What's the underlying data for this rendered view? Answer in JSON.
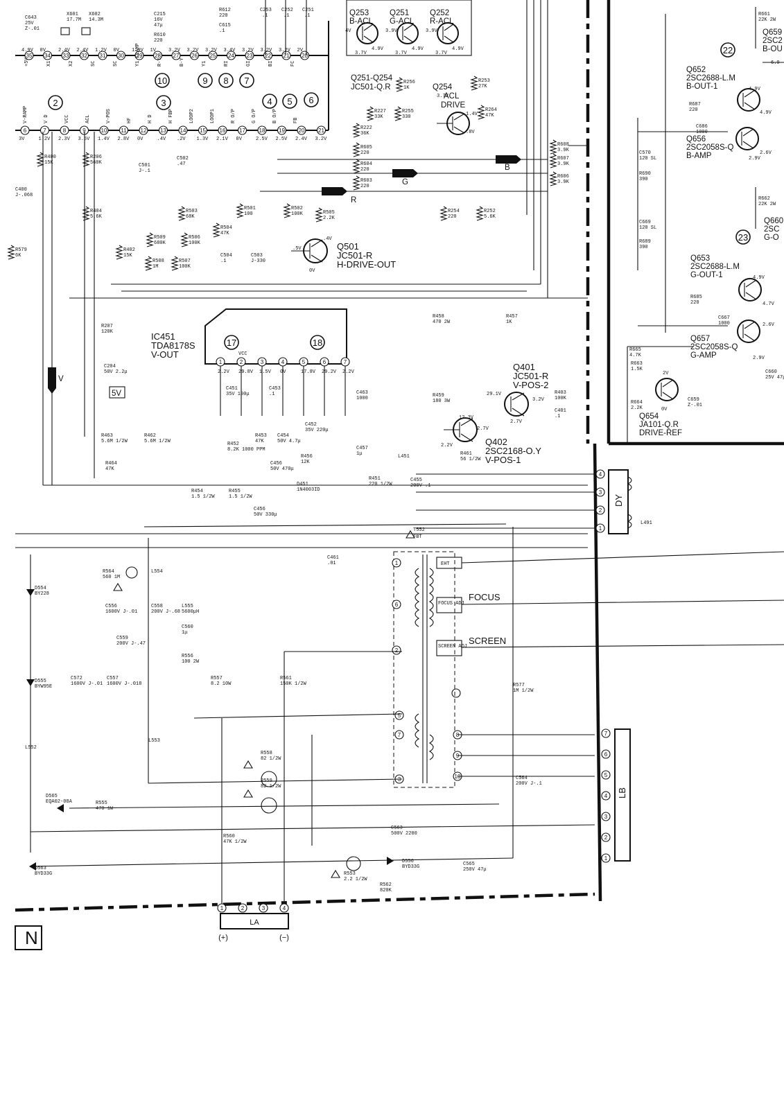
{
  "diagram": {
    "top_caps": [
      {
        "ref": "C643",
        "v1": "25V",
        "v2": "Z-.01"
      },
      {
        "ref": "C253",
        "v1": ".1",
        "v2": ""
      },
      {
        "ref": "C252",
        "v1": ".1",
        "v2": ""
      },
      {
        "ref": "C251",
        "v1": ".1",
        "v2": ""
      },
      {
        "ref": "C215",
        "v1": "16V",
        "v2": "47μ"
      },
      {
        "ref": "C615",
        "v1": ".1",
        "v2": ""
      }
    ],
    "crystals": [
      {
        "ref": "X601",
        "value": "17.7M"
      },
      {
        "ref": "X602",
        "value": "14.3M"
      }
    ],
    "top_resistors": [
      {
        "ref": "R612",
        "value": "220"
      },
      {
        "ref": "R610",
        "value": "220"
      }
    ],
    "top_pins": [
      {
        "n": "35",
        "v": "4.9V"
      },
      {
        "n": "34",
        "v": "0V"
      },
      {
        "n": "33",
        "v": "2.4V"
      },
      {
        "n": "32",
        "v": "2.4V"
      },
      {
        "n": "31",
        "v": "1.2V"
      },
      {
        "n": "30",
        "v": "0V"
      },
      {
        "n": "29",
        "v": "1.9V"
      },
      {
        "n": "28",
        "v": "1V"
      },
      {
        "n": "27",
        "v": "3.2V"
      },
      {
        "n": "26",
        "v": "3.2V"
      },
      {
        "n": "25",
        "v": "3.2V"
      },
      {
        "n": "24",
        "v": "3.4V"
      },
      {
        "n": "23",
        "v": "3.2V"
      },
      {
        "n": "22",
        "v": "3.2V"
      },
      {
        "n": "21",
        "v": "3.2V"
      },
      {
        "n": "20",
        "v": "2V"
      }
    ],
    "top_pin_names": [
      "+5V",
      "X1",
      "X2",
      "SC",
      "SC",
      "Y1 CLAMP",
      "R-Y",
      "B-Y",
      "Y1",
      "RI",
      "GI",
      "BI",
      "FC"
    ],
    "bottom_pins": [
      {
        "n": "6",
        "v": "3V"
      },
      {
        "n": "7",
        "v": "1.2V"
      },
      {
        "n": "8",
        "v": "2.3V"
      },
      {
        "n": "9",
        "v": "3.5V"
      },
      {
        "n": "10",
        "v": "1.4V"
      },
      {
        "n": "11",
        "v": "2.8V"
      },
      {
        "n": "12",
        "v": "0V"
      },
      {
        "n": "13",
        "v": ".4V"
      },
      {
        "n": "14",
        "v": ".2V"
      },
      {
        "n": "15",
        "v": "1.3V"
      },
      {
        "n": "16",
        "v": "2.1V"
      },
      {
        "n": "17",
        "v": "0V"
      },
      {
        "n": "18",
        "v": "2.5V"
      },
      {
        "n": "19",
        "v": "2.5V"
      },
      {
        "n": "20",
        "v": "2.4V"
      },
      {
        "n": "21",
        "v": "3.2V"
      }
    ],
    "bottom_pin_names": [
      "V-RAMP",
      "V D",
      "VCC",
      "ACL",
      "V-POS",
      "HF",
      "H D",
      "H FBP",
      "LOOP2",
      "LOOP1",
      "R O/P",
      "G O/P",
      "B O/P",
      "FB"
    ],
    "bubbles": [
      "2",
      "3",
      "4",
      "5",
      "6",
      "7",
      "8",
      "9",
      "10",
      "17",
      "18",
      "22",
      "23"
    ],
    "acl_transistors": [
      {
        "ref": "Q253",
        "name": "B-ACL",
        "v1": "4V",
        "v2": "3.7V",
        "v3": "4.9V"
      },
      {
        "ref": "Q251",
        "name": "G-ACL",
        "v1": "3.9V",
        "v2": "3.7V",
        "v3": "4.9V"
      },
      {
        "ref": "Q252",
        "name": "R-ACL",
        "v1": "3.9V",
        "v2": "3.7V",
        "v3": "4.9V"
      }
    ],
    "acl_block": {
      "label": "Q251-Q254",
      "part": "JC501-Q.R"
    },
    "q254": {
      "ref": "Q254",
      "name1": "ACL",
      "name2": "DRIVE",
      "v1": "1.4V",
      "v2": ".8V",
      "v3": "3.7V"
    },
    "resistors_mid": [
      {
        "ref": "R256",
        "value": "1K"
      },
      {
        "ref": "R253",
        "value": "27K"
      },
      {
        "ref": "R227",
        "value": "33K"
      },
      {
        "ref": "R255",
        "value": "330"
      },
      {
        "ref": "R222",
        "value": "36K"
      },
      {
        "ref": "R264",
        "value": "47K"
      },
      {
        "ref": "R605",
        "value": "220"
      },
      {
        "ref": "R604",
        "value": "220"
      },
      {
        "ref": "R603",
        "value": "220"
      },
      {
        "ref": "R608",
        "value": "3.9K"
      },
      {
        "ref": "R607",
        "value": "3.9K"
      },
      {
        "ref": "R606",
        "value": "3.9K"
      },
      {
        "ref": "R254",
        "value": "220"
      },
      {
        "ref": "R252",
        "value": "5.6K"
      },
      {
        "ref": "R400",
        "value": "15K"
      },
      {
        "ref": "R206",
        "value": "560K"
      },
      {
        "ref": "R404",
        "value": "5.6K"
      },
      {
        "ref": "R503",
        "value": "68K"
      },
      {
        "ref": "R501",
        "value": "100"
      },
      {
        "ref": "R502",
        "value": "100K"
      },
      {
        "ref": "R505",
        "value": "2.2K"
      },
      {
        "ref": "R509",
        "value": "680K"
      },
      {
        "ref": "R506",
        "value": "100K"
      },
      {
        "ref": "R504",
        "value": "47K"
      },
      {
        "ref": "R402",
        "value": "15K"
      },
      {
        "ref": "R508",
        "value": "1M"
      },
      {
        "ref": "R507",
        "value": "100K"
      },
      {
        "ref": "R579",
        "value": "6K"
      }
    ],
    "caps_mid": [
      {
        "ref": "C400",
        "value": "J-.068"
      },
      {
        "ref": "C501",
        "value": "J-.1"
      },
      {
        "ref": "C502",
        "value": ".47"
      },
      {
        "ref": "C504",
        "value": ".1"
      },
      {
        "ref": "C503",
        "value": "J-330"
      },
      {
        "ref": "C204",
        "value": "50V 2.2μ"
      }
    ],
    "signals": {
      "b": "B",
      "g": "G",
      "r": "R",
      "v": "V",
      "five": "5V"
    },
    "q501": {
      "ref": "Q501",
      "part": "JC501-R",
      "func": "H-DRIVE-OUT",
      "v1": ".5V",
      "v2": ".4V",
      "v3": "0V"
    },
    "ic451": {
      "ref": "IC451",
      "part": "TDA8178S",
      "func": "V-OUT",
      "vcc": "VCC",
      "pins": [
        {
          "n": "1",
          "v": "2.2V"
        },
        {
          "n": "2",
          "v": "29.8V"
        },
        {
          "n": "3",
          "v": "1.5V"
        },
        {
          "n": "4",
          "v": "0V"
        },
        {
          "n": "5",
          "v": "17.8V"
        },
        {
          "n": "6",
          "v": "29.2V"
        },
        {
          "n": "7",
          "v": "2.2V"
        }
      ]
    },
    "vert_parts": [
      {
        "ref": "R207",
        "value": "120K"
      },
      {
        "ref": "R458",
        "value": "470 2W"
      },
      {
        "ref": "R457",
        "value": "1K"
      },
      {
        "ref": "C451",
        "value": "35V 100μ"
      },
      {
        "ref": "C453",
        "value": ".1"
      },
      {
        "ref": "C463",
        "value": "1000"
      },
      {
        "ref": "R459",
        "value": "180 3W"
      },
      {
        "ref": "R403",
        "value": "100K"
      },
      {
        "ref": "C401",
        "value": ".1"
      },
      {
        "ref": "R463",
        "value": "5.6M 1/2W"
      },
      {
        "ref": "R462",
        "value": "5.6M 1/2W"
      },
      {
        "ref": "R464",
        "value": "47K"
      },
      {
        "ref": "R452",
        "value": "8.2K 1000 PPM"
      },
      {
        "ref": "R453",
        "value": "47K"
      },
      {
        "ref": "C454",
        "value": "50V 4.7μ"
      },
      {
        "ref": "C452",
        "value": "35V 220μ"
      },
      {
        "ref": "C456",
        "value": "50V 470μ"
      },
      {
        "ref": "R456",
        "value": "12K"
      },
      {
        "ref": "C457",
        "value": "1μ"
      },
      {
        "ref": "L451",
        "value": ""
      },
      {
        "ref": "R461",
        "value": "56 1/2W"
      },
      {
        "ref": "R451",
        "value": "220 1/2W"
      },
      {
        "ref": "C455",
        "value": "200V .1"
      },
      {
        "ref": "D451",
        "value": "1N4003ID"
      },
      {
        "ref": "R454",
        "value": "1.5 1/2W"
      },
      {
        "ref": "R455",
        "value": "1.5 1/2W"
      },
      {
        "ref": "C456",
        "value": "50V 330μ"
      }
    ],
    "q401": {
      "ref": "Q401",
      "part": "JC501-R",
      "func": "V-POS-2",
      "v1": "29.1V",
      "v2": "3.2V",
      "v3": "2.7V"
    },
    "q402": {
      "ref": "Q402",
      "part": "2SC2168-O.Y",
      "func": "V-POS-1",
      "v1": "12.3V",
      "v2": "2.7V",
      "v3": "2.2V"
    },
    "dy": {
      "ref": "DY",
      "coil": "L491",
      "pins": [
        "4",
        "3",
        "2",
        "1"
      ]
    },
    "hv": {
      "fbt": "T552",
      "fbt_name": "FBT",
      "eht": "EHT",
      "focus_adj": "FOCUS ADJ",
      "focus": "FOCUS",
      "screen_adj": "SCREEN ADJ",
      "screen": "SCREEN",
      "pins": [
        "1",
        "6",
        "2",
        "5",
        "7",
        "3",
        "8",
        "9",
        "10"
      ]
    },
    "hv_parts": [
      {
        "ref": "C461",
        "value": ".01"
      },
      {
        "ref": "D554",
        "value": "BY228"
      },
      {
        "ref": "R564",
        "value": "560 1M"
      },
      {
        "ref": "L554",
        "value": ""
      },
      {
        "ref": "C556",
        "value": "1600V J-.01"
      },
      {
        "ref": "C558",
        "value": "200V J-.68"
      },
      {
        "ref": "L555",
        "value": "5600μH"
      },
      {
        "ref": "C560",
        "value": "1μ"
      },
      {
        "ref": "C559",
        "value": "200V J-.47"
      },
      {
        "ref": "R556",
        "value": "100 2W"
      },
      {
        "ref": "D555",
        "value": "BYW95E"
      },
      {
        "ref": "C572",
        "value": "1600V J-.01"
      },
      {
        "ref": "C557",
        "value": "1600V J-.018"
      },
      {
        "ref": "R557",
        "value": "8.2 10W"
      },
      {
        "ref": "R561",
        "value": "150K 1/2W"
      },
      {
        "ref": "R577",
        "value": "1M 1/2W"
      },
      {
        "ref": "L552",
        "value": ""
      },
      {
        "ref": "L553",
        "value": ""
      },
      {
        "ref": "R558",
        "value": "82 1/2W"
      },
      {
        "ref": "R559",
        "value": "82 1/2W"
      },
      {
        "ref": "C564",
        "value": "200V J-.1"
      },
      {
        "ref": "D565",
        "value": "EQA02-08A"
      },
      {
        "ref": "R555",
        "value": "470 1W"
      },
      {
        "ref": "R560",
        "value": "47K 1/2W"
      },
      {
        "ref": "C563",
        "value": "500V 2200"
      },
      {
        "ref": "D556",
        "value": "BYD33G"
      },
      {
        "ref": "R553",
        "value": "2.2 1/2W"
      },
      {
        "ref": "R562",
        "value": "820K"
      },
      {
        "ref": "C565",
        "value": "250V 47μ"
      },
      {
        "ref": "D563",
        "value": "BYD33G"
      }
    ],
    "lb": {
      "ref": "LB",
      "pins": [
        "7",
        "6",
        "5",
        "4",
        "3",
        "2",
        "1"
      ]
    },
    "la": {
      "ref": "LA",
      "pins": [
        "1",
        "2",
        "3",
        "4"
      ],
      "plus": "(+)",
      "minus": "(−)"
    },
    "right_board": [
      {
        "ref": "R661",
        "value": "22K 2W"
      },
      {
        "ref": "Q659",
        "value": "2SC2",
        "func": "B-OU"
      },
      {
        "ref": "Q652",
        "value": "2SC2688-L.M",
        "func": "B-OUT-1",
        "v": "4.9V"
      },
      {
        "ref": "R687",
        "value": "220"
      },
      {
        "ref": "C686",
        "value": "1000"
      },
      {
        "ref": "Q656",
        "value": "2SC2058S-Q",
        "func": "B-AMP",
        "v": "2.9V"
      },
      {
        "ref": "C570",
        "value": "120 SL"
      },
      {
        "ref": "R690",
        "value": "390"
      },
      {
        "ref": "R662",
        "value": "22K 2W"
      },
      {
        "ref": "Q660",
        "value": "2SC",
        "func": "G-O"
      },
      {
        "ref": "C669",
        "value": "120 SL"
      },
      {
        "ref": "R689",
        "value": "390"
      },
      {
        "ref": "Q653",
        "value": "2SC2688-L.M",
        "func": "G-OUT-1",
        "v": "4.9V"
      },
      {
        "ref": "R685",
        "value": "220"
      },
      {
        "ref": "C667",
        "value": "1000"
      },
      {
        "ref": "Q657",
        "value": "2SC2058S-Q",
        "func": "G-AMP",
        "v": "2.9V"
      },
      {
        "ref": "R665",
        "value": "4.7K"
      },
      {
        "ref": "R663",
        "value": "1.5K"
      },
      {
        "ref": "R664",
        "value": "2.2K"
      },
      {
        "ref": "C659",
        "value": "Z-.01"
      },
      {
        "ref": "Q654",
        "value": "JA101-Q.R",
        "func": "DRIVE-REF"
      },
      {
        "ref": "C660",
        "value": "25V 47μ"
      }
    ],
    "right_volts": [
      "6.9",
      "4.9V",
      "2.6V",
      "4.7V",
      "2.6V",
      "2V",
      "0V"
    ],
    "corner_label": "N"
  }
}
